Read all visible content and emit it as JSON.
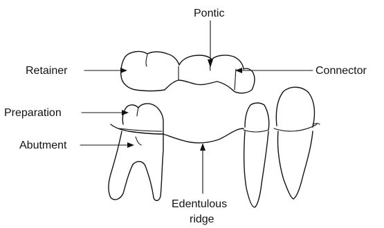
{
  "labels": {
    "pontic": "Pontic",
    "retainer": "Retainer",
    "connector": "Connector",
    "preparation": "Preparation",
    "abutment": "Abutment",
    "edentulous_line1": "Edentulous",
    "edentulous_line2": "ridge"
  },
  "colors": {
    "ink": "#111111",
    "background": "#ffffff"
  }
}
